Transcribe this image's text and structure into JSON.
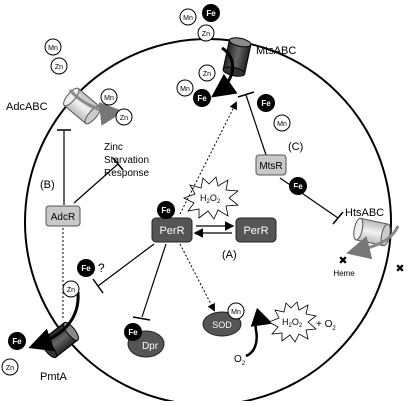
{
  "metals": {
    "mn": "Mn",
    "zn": "Zn",
    "fe": "Fe",
    "unknown_mark": "?"
  },
  "transporters": {
    "mts": "MtsABC",
    "adc": "AdcABC",
    "hts": "HtsABC",
    "pmt": "PmtA"
  },
  "regulators": {
    "mtsr": "MtsR",
    "adcr": "AdcR",
    "perr": "PerR"
  },
  "enzymes": {
    "sod": "SOD",
    "dpr": "Dpr"
  },
  "chemistry": {
    "h2o2_main": "H",
    "h2o2_sub1": "2",
    "h2o2_mid": "O",
    "h2o2_sub2": "2",
    "o2_plus": "+ O",
    "o2_sub": "2",
    "superoxide": "O",
    "superoxide_sub": "2",
    "superoxide_sup": "·-"
  },
  "labels": {
    "heme": "Heme",
    "zinc_line1": "Zinc",
    "zinc_line2": "Starvation",
    "zinc_line3": "Response",
    "path_a": "(A)",
    "path_b": "(B)",
    "path_c": "(C)"
  },
  "colors": {
    "fe_fill": "#000000",
    "light_metal_fill": "#ffffff",
    "regulator_fill": "#c8c8c8",
    "perr_fill": "#555555",
    "transporter_dark": "#444444",
    "transporter_light": "#d9d9d9",
    "sod_fill": "#555555"
  }
}
